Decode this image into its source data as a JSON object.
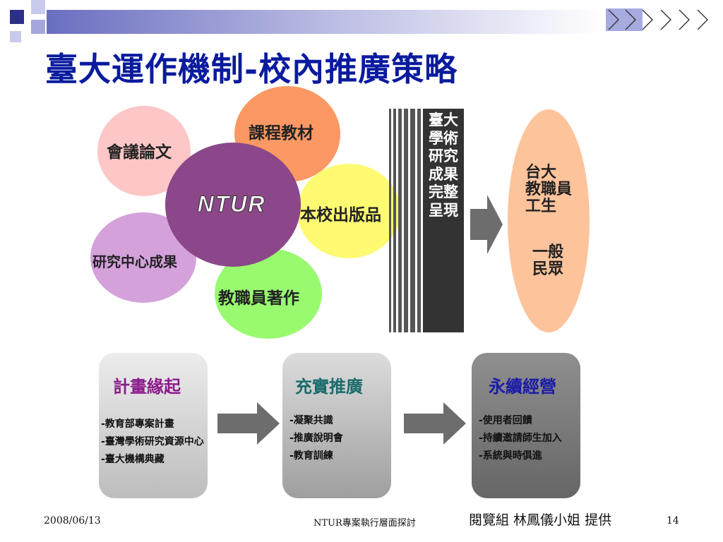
{
  "title": "臺大運作機制-校內推廣策略",
  "petals": [
    {
      "id": "conference",
      "label": "會議論文",
      "color": "#fdc7c7"
    },
    {
      "id": "courses",
      "label": "課程教材",
      "color": "#fb9863"
    },
    {
      "id": "publications",
      "label": "本校出版品",
      "color": "#fefa72"
    },
    {
      "id": "staff-works",
      "label": "教職員著作",
      "color": "#99fa70"
    },
    {
      "id": "research-center",
      "label": "研究中心成果",
      "color": "#d4a1db"
    }
  ],
  "center": {
    "label": "NTUR",
    "color": "#8b4789"
  },
  "vertical_text": "臺大學術研究成果完整呈現",
  "audience": {
    "group1": "台大\n教職員\n工生",
    "group2": "一般\n民眾",
    "color": "#fdc39b"
  },
  "panels": [
    {
      "title": "計畫緣起",
      "title_color": "#8b1a8b",
      "items": [
        "-教育部專案計畫",
        "-臺灣學術研究資源中心",
        "-臺大機構典藏"
      ]
    },
    {
      "title": "充實推廣",
      "title_color": "#1a6b6b",
      "items": [
        "-凝聚共識",
        "-推廣說明會",
        "-教育訓練"
      ]
    },
    {
      "title": "永續經營",
      "title_color": "#1a1aa8",
      "items": [
        "-使用者回饋",
        "-持續邀請師生加入",
        "-系統與時俱進"
      ]
    }
  ],
  "footer": {
    "date": "2008/06/13",
    "center": "NTUR專案執行層面探討",
    "credit": "閱覽組 林鳳儀小姐 提供",
    "page": "14"
  }
}
